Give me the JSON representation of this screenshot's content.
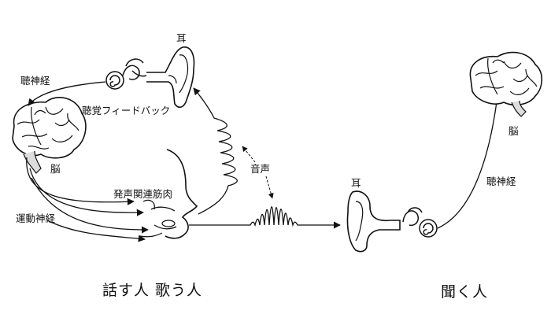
{
  "labels": {
    "ear_speaker": "耳",
    "ear_listener": "耳",
    "auditory_nerve_speaker": "聴神経",
    "auditory_nerve_listener": "聴神経",
    "auditory_feedback": "聴覚フィードバック",
    "brain_speaker": "脳",
    "brain_listener": "脳",
    "vocal_muscles": "発声関連筋肉",
    "motor_nerve": "運動神経",
    "sound": "音声"
  },
  "captions": {
    "speaker": "話す人 歌う人",
    "listener": "聞く人"
  }
}
